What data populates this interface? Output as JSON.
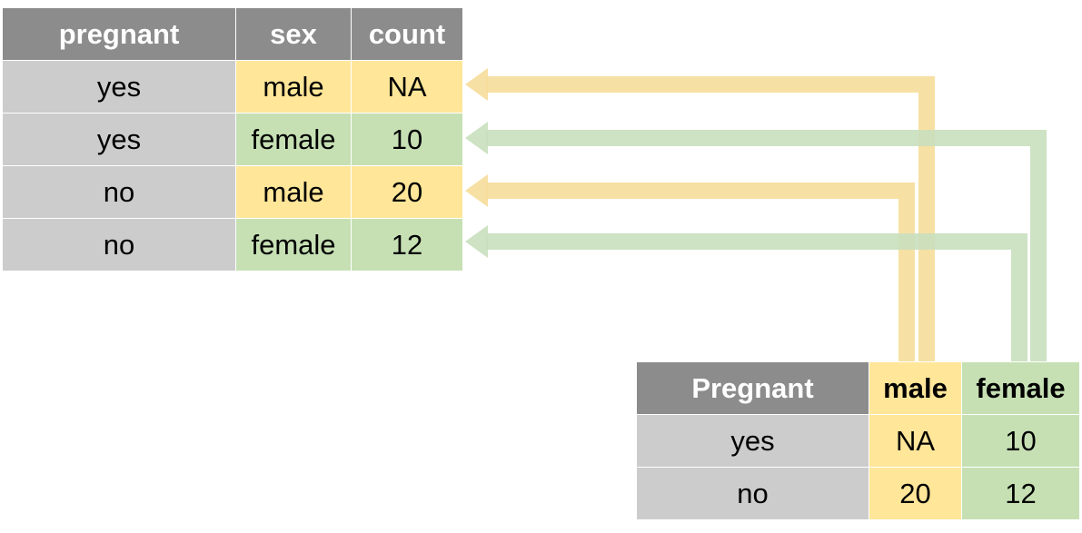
{
  "long_table": {
    "headers": [
      "pregnant",
      "sex",
      "count"
    ],
    "rows": [
      [
        "yes",
        "male",
        "NA"
      ],
      [
        "yes",
        "female",
        "10"
      ],
      [
        "no",
        "male",
        "20"
      ],
      [
        "no",
        "female",
        "12"
      ]
    ]
  },
  "wide_table": {
    "headers": [
      "Pregnant",
      "male",
      "female"
    ],
    "rows": [
      [
        "yes",
        "NA",
        "10"
      ],
      [
        "no",
        "20",
        "12"
      ]
    ]
  },
  "colors": {
    "header_gray": "#8c8c8c",
    "key_gray": "#cccccc",
    "male_yellow": "#ffe699",
    "female_green": "#c6e0b4",
    "arrow_yellow": "#f6dd9a",
    "arrow_green": "#c9dfbe"
  }
}
